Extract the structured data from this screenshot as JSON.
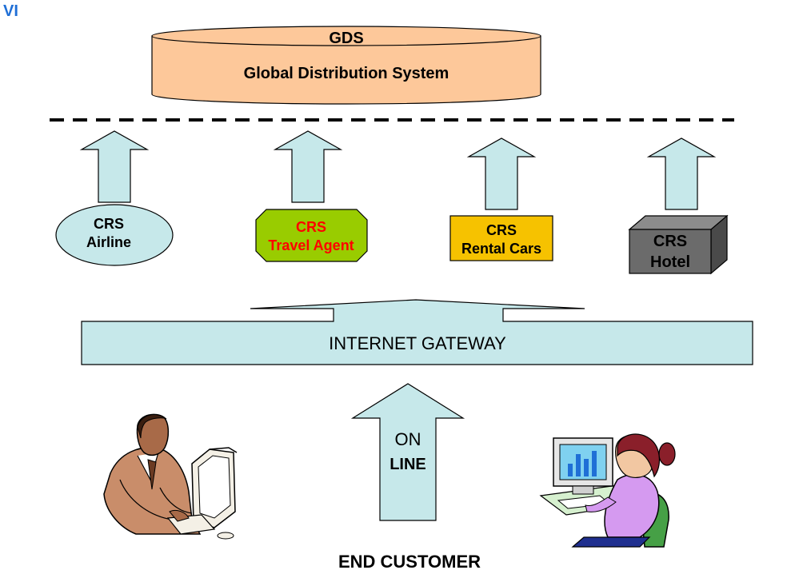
{
  "slide_label": "VI",
  "gds": {
    "title": "GDS",
    "subtitle": "Global Distribution System"
  },
  "crs": {
    "airline": {
      "line1": "CRS",
      "line2": "Airline"
    },
    "travel_agent": {
      "line1": "CRS",
      "line2": "Travel Agent"
    },
    "rental_cars": {
      "line1": "CRS",
      "line2": "Rental Cars"
    },
    "hotel": {
      "line1": "CRS",
      "line2": "Hotel"
    }
  },
  "gateway": {
    "label": "INTERNET GATEWAY"
  },
  "online_arrow": {
    "line1": "ON",
    "line2": "LINE"
  },
  "footer": {
    "label": "END CUSTOMER"
  },
  "colors": {
    "arrow_fill": "#c6e8ea",
    "gds_fill": "#fdc89a",
    "crs_airline_fill": "#c6e8ea",
    "crs_travel_agent_fill": "#99cc00",
    "crs_travel_agent_text": "#ff0000",
    "crs_rental_cars_fill": "#f6c200",
    "crs_hotel_fill": "#6b6b6b",
    "label_blue": "#1f6fd6"
  }
}
